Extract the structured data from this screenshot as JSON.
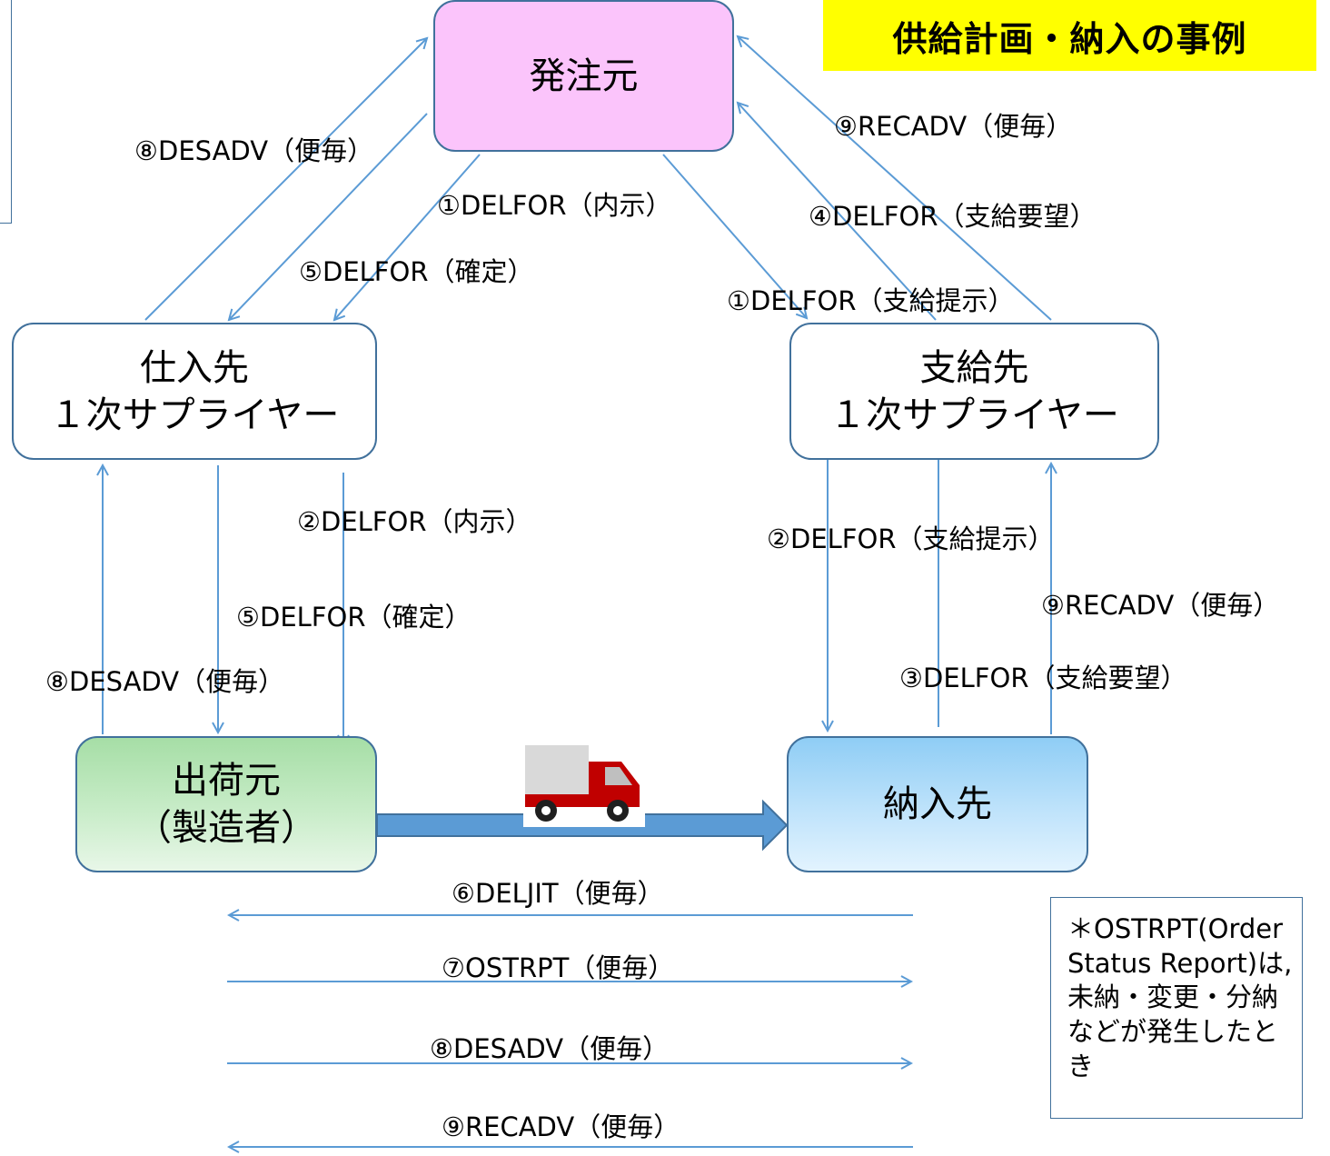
{
  "title": "供給計画・納入の事例",
  "nodes": {
    "hatchu": "発注元",
    "shiire": "仕入先\n１次サプライヤー",
    "shikyu": "支給先\n１次サプライヤー",
    "shukka": "出荷元\n（製造者）",
    "nonyu": "納入先"
  },
  "messages": {
    "m_desadv_top": "⑧DESADV（便毎）",
    "m_delfor_naiji_top": "①DELFOR（内示）",
    "m_delfor_kakutei_top": "⑤DELFOR（確定）",
    "m_recadv_top": "⑨RECADV（便毎）",
    "m_delfor_yobo_top": "④DELFOR（支給要望）",
    "m_delfor_teiji_top": "①DELFOR（支給提示）",
    "m_delfor_naiji_left": "②DELFOR（内示）",
    "m_delfor_kakutei_left": "⑤DELFOR（確定）",
    "m_desadv_left": "⑧DESADV（便毎）",
    "m_delfor_teiji_right": "②DELFOR（支給提示）",
    "m_recadv_right": "⑨RECADV（便毎）",
    "m_delfor_yobo_right": "③DELFOR（支給要望）",
    "m_deljit": "⑥DELJIT（便毎）",
    "m_ostrpt": "⑦OSTRPT（便毎）",
    "m_desadv_bottom": "⑧DESADV（便毎）",
    "m_recadv_bottom": "⑨RECADV（便毎）"
  },
  "note": "＊OSTRPT(Order Status Report)は,未納・変更・分納などが発生したとき",
  "colors": {
    "arrow": "#5b9bd5",
    "border": "#41719c",
    "title_bg": "#ffff00",
    "truck_red": "#c00000"
  },
  "icons": {
    "truck": "delivery-truck-icon"
  }
}
